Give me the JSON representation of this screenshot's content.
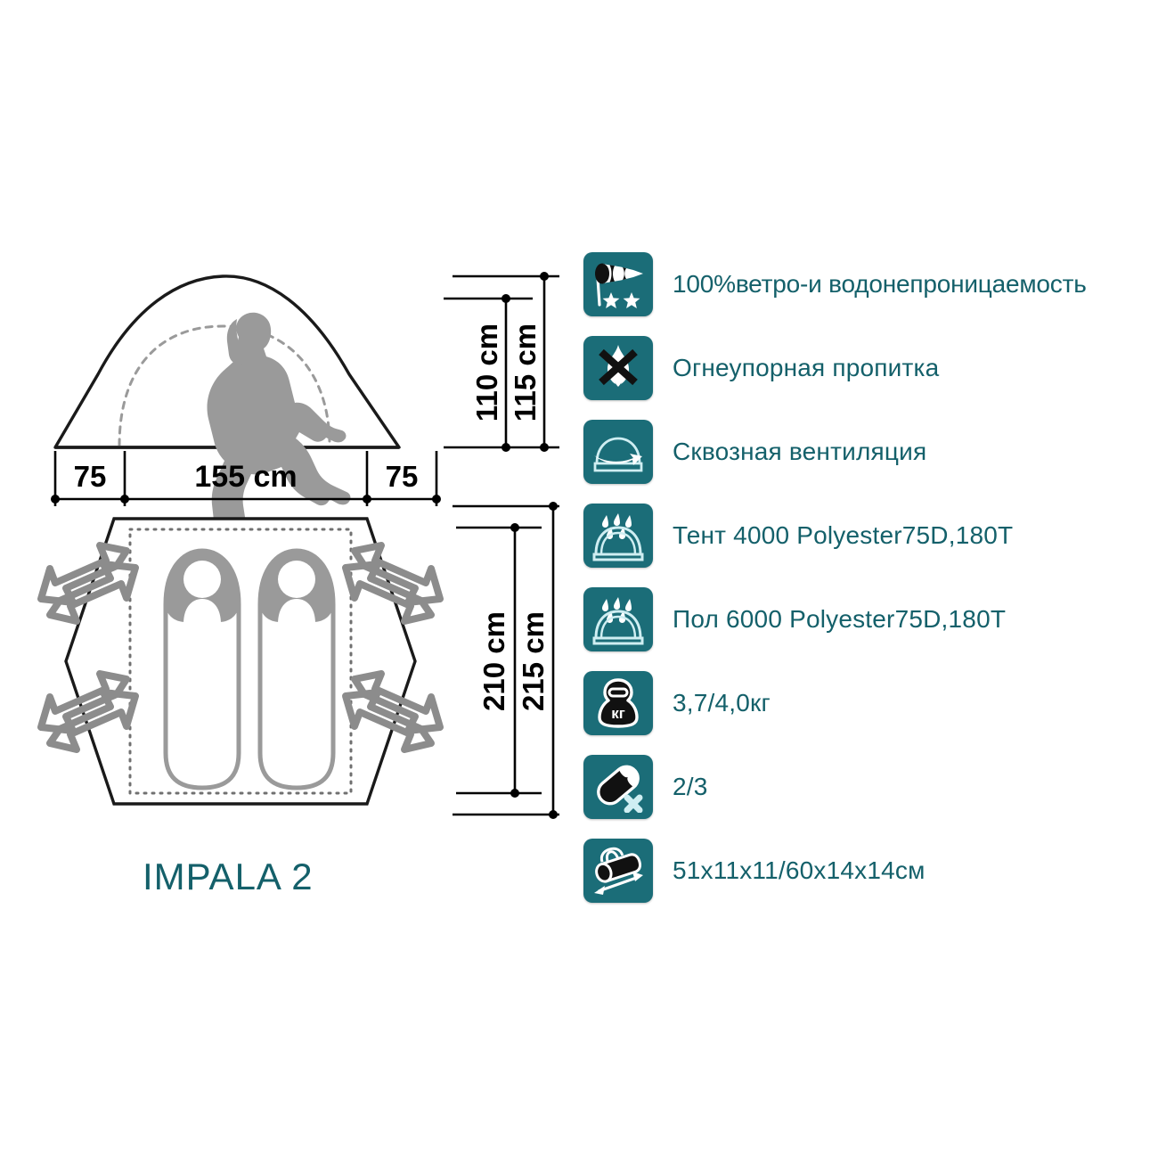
{
  "product": {
    "name": "IMPALA 2"
  },
  "colors": {
    "icon_tile": "#1b6d78",
    "text_teal": "#14606a",
    "outline": "#1a1a1a",
    "gray": "#8c8c8c"
  },
  "elevation": {
    "height_inner": "110 cm",
    "height_outer": "115 cm",
    "vestibule_left": "75",
    "width_main": "155 cm",
    "vestibule_right": "75"
  },
  "plan": {
    "depth_inner": "210 cm",
    "depth_outer": "215 cm"
  },
  "features": [
    {
      "icon": "windsock-stars-icon",
      "label": "100%ветро-и водонепроницаемость"
    },
    {
      "icon": "no-fire-icon",
      "label": "Огнеупорная  пропитка"
    },
    {
      "icon": "tent-ventilation-icon",
      "label": "Сквозная  вентиляция"
    },
    {
      "icon": "rain-tent-icon",
      "label": "Тент   4000   Polyester75D,180T"
    },
    {
      "icon": "rain-floor-icon",
      "label": "Пол   6000   Polyester75D,180T"
    },
    {
      "icon": "weight-kg-icon",
      "label": "3,7/4,0кг"
    },
    {
      "icon": "sleeping-bag-poles-icon",
      "label": "2/3"
    },
    {
      "icon": "carry-bag-icon",
      "label": "51x11x11/60x14x14см"
    }
  ]
}
